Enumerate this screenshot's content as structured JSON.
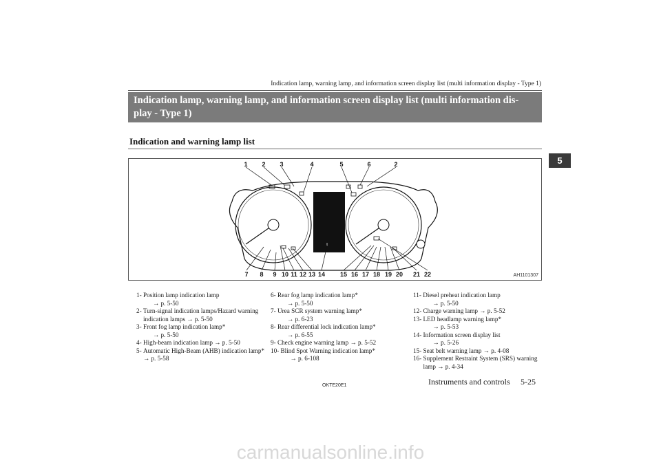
{
  "header": {
    "running_title": "Indication lamp, warning lamp, and information screen display list (multi information display - Type 1)"
  },
  "section": {
    "title_line1": "Indication lamp, warning lamp, and information screen display list (multi information dis-",
    "title_line2": "play - Type 1)",
    "subheading": "Indication and warning lamp list"
  },
  "figure": {
    "code": "AH1101307",
    "top_callouts": [
      "1",
      "2",
      "3",
      "4",
      "5",
      "6",
      "2"
    ],
    "bottom_callouts": [
      "7",
      "8",
      "9",
      "10",
      "11",
      "12",
      "13",
      "14",
      "15",
      "16",
      "17",
      "18",
      "19",
      "20",
      "21",
      "22"
    ]
  },
  "list": {
    "col1": [
      {
        "n": "1- ",
        "label": "Position lamp indication lamp",
        "ref": "→ p. 5-50"
      },
      {
        "n": "2- ",
        "label": "Turn-signal indication lamps/Hazard warning indication lamps → p. 5-50",
        "ref": ""
      },
      {
        "n": "3- ",
        "label": "Front fog lamp indication lamp*",
        "ref": "→ p. 5-50"
      },
      {
        "n": "4- ",
        "label": "High-beam indication lamp → p. 5-50",
        "ref": ""
      },
      {
        "n": "5- ",
        "label": "Automatic High-Beam (AHB) indication lamp* → p. 5-58",
        "ref": ""
      }
    ],
    "col2": [
      {
        "n": "6- ",
        "label": "Rear fog lamp indication lamp*",
        "ref": "→ p. 5-50"
      },
      {
        "n": "7- ",
        "label": "Urea SCR system warning lamp*",
        "ref": "→ p. 6-23"
      },
      {
        "n": "8- ",
        "label": "Rear differential lock indication lamp*",
        "ref": "→ p. 6-55"
      },
      {
        "n": "9- ",
        "label": "Check engine warning lamp → p. 5-52",
        "ref": ""
      },
      {
        "n": "10- ",
        "label": "Blind Spot Warning indication lamp*",
        "ref": "→ p. 6-108"
      }
    ],
    "col3": [
      {
        "n": "11- ",
        "label": "Diesel preheat indication lamp",
        "ref": "→ p. 5-50"
      },
      {
        "n": "12- ",
        "label": "Charge warning lamp → p. 5-52",
        "ref": ""
      },
      {
        "n": "13- ",
        "label": "LED headlamp warning lamp*",
        "ref": "→ p. 5-53"
      },
      {
        "n": "14- ",
        "label": "Information screen display list",
        "ref": "→ p. 5-26"
      },
      {
        "n": "15- ",
        "label": "Seat belt warning lamp → p. 4-08",
        "ref": ""
      },
      {
        "n": "16- ",
        "label": "Supplement Restraint System (SRS) warning lamp → p. 4-34",
        "ref": ""
      }
    ]
  },
  "side_tab": "5",
  "footer": {
    "code": "OKTE20E1",
    "section": "Instruments and controls",
    "page": "5-25",
    "watermark": "carmanualsonline.info"
  }
}
